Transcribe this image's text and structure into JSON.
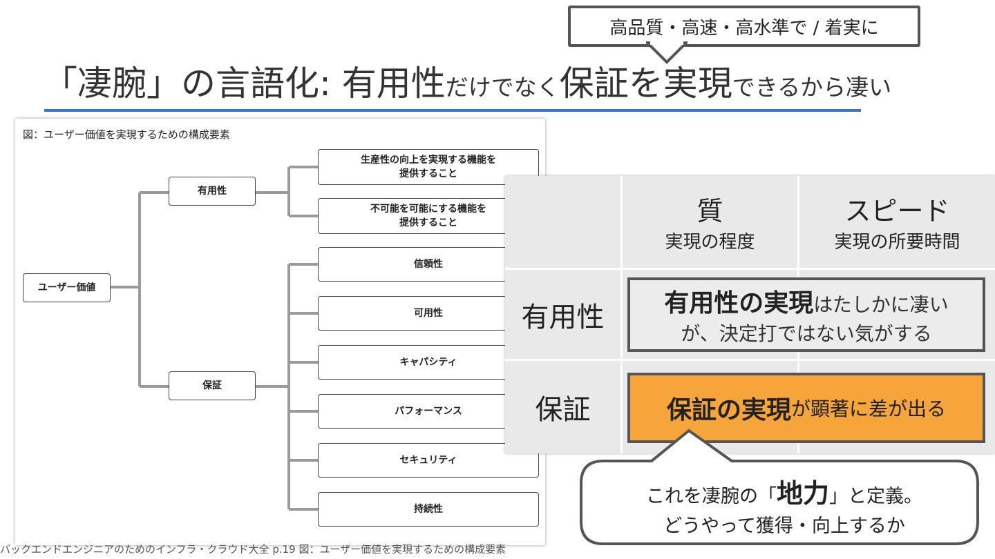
{
  "callout_top": {
    "text": "高品質・高速・高水準で / 着実に"
  },
  "title": {
    "part1": "「凄腕」の言語化: 有用性",
    "part2": "だけでなく",
    "part3": "保証を実現",
    "part4": "できるから凄い"
  },
  "figure": {
    "caption": "図：ユーザー価値を実現するための構成要素",
    "root": "ユーザー価値",
    "branches": [
      {
        "label": "有用性",
        "children": [
          "生産性の向上を実現する機能を提供すること",
          "不可能を可能にする機能を提供すること"
        ]
      },
      {
        "label": "保証",
        "children": [
          "信頼性",
          "可用性",
          "キャパシティ",
          "パフォーマンス",
          "セキュリティ",
          "持続性"
        ]
      }
    ],
    "leaf_lines": {
      "a1": "生産性の向上を実現する機能を",
      "a2": "提供すること",
      "b1": "不可能を可能にする機能を",
      "b2": "提供すること"
    }
  },
  "source_note": "バックエンドエンジニアのためのインフラ・クラウド大全 p.19 図：ユーザー価値を実現するための構成要素",
  "table": {
    "col1_title": "質",
    "col1_sub": "実現の程度",
    "col2_title": "スピード",
    "col2_sub": "実現の所要時間",
    "row1_label": "有用性",
    "row2_label": "保証",
    "useful_strong": "有用性の実現",
    "useful_rest1": "はたしかに凄い",
    "useful_rest2": "が、決定打ではない気がする",
    "guarantee_strong": "保証の実現",
    "guarantee_rest": "が顕著に差が出る"
  },
  "callout_bottom": {
    "line1_a": "これを凄腕の「",
    "line1_strong": "地力",
    "line1_b": "」と定義。",
    "line2": "どうやって獲得・向上するか"
  },
  "colors": {
    "accent_rule": "#3d74c7",
    "highlight": "#f5a53a",
    "cell_bg": "#e9e9e9"
  }
}
